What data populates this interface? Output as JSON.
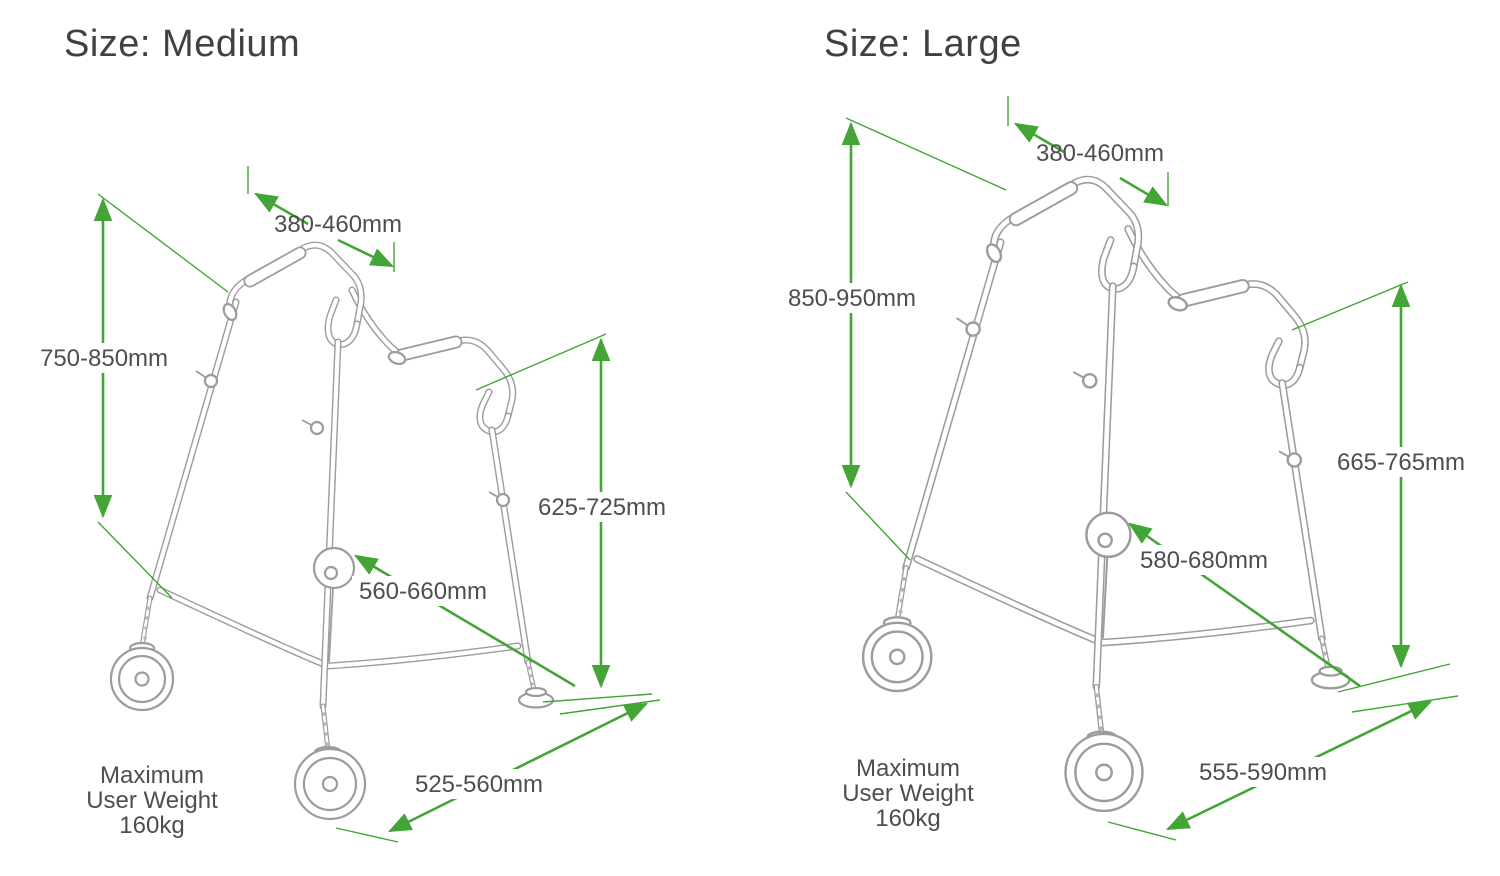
{
  "colors": {
    "dimension_green": "#43A536",
    "label_text": "#4D4E50",
    "title_text": "#414042",
    "line_art_grey": "#9C9C9E"
  },
  "panels": [
    {
      "title": "Size: Medium",
      "dimensions": {
        "handle_width": "380-460mm",
        "overall_height": "750-850mm",
        "rear_height": "625-725mm",
        "depth": "560-660mm",
        "base_width": "525-560mm"
      },
      "max_user_weight": [
        "Maximum",
        "User Weight",
        "160kg"
      ]
    },
    {
      "title": "Size: Large",
      "dimensions": {
        "handle_width": "380-460mm",
        "overall_height": "850-950mm",
        "rear_height": "665-765mm",
        "depth": "580-680mm",
        "base_width": "555-590mm"
      },
      "max_user_weight": [
        "Maximum",
        "User Weight",
        "160kg"
      ]
    }
  ]
}
